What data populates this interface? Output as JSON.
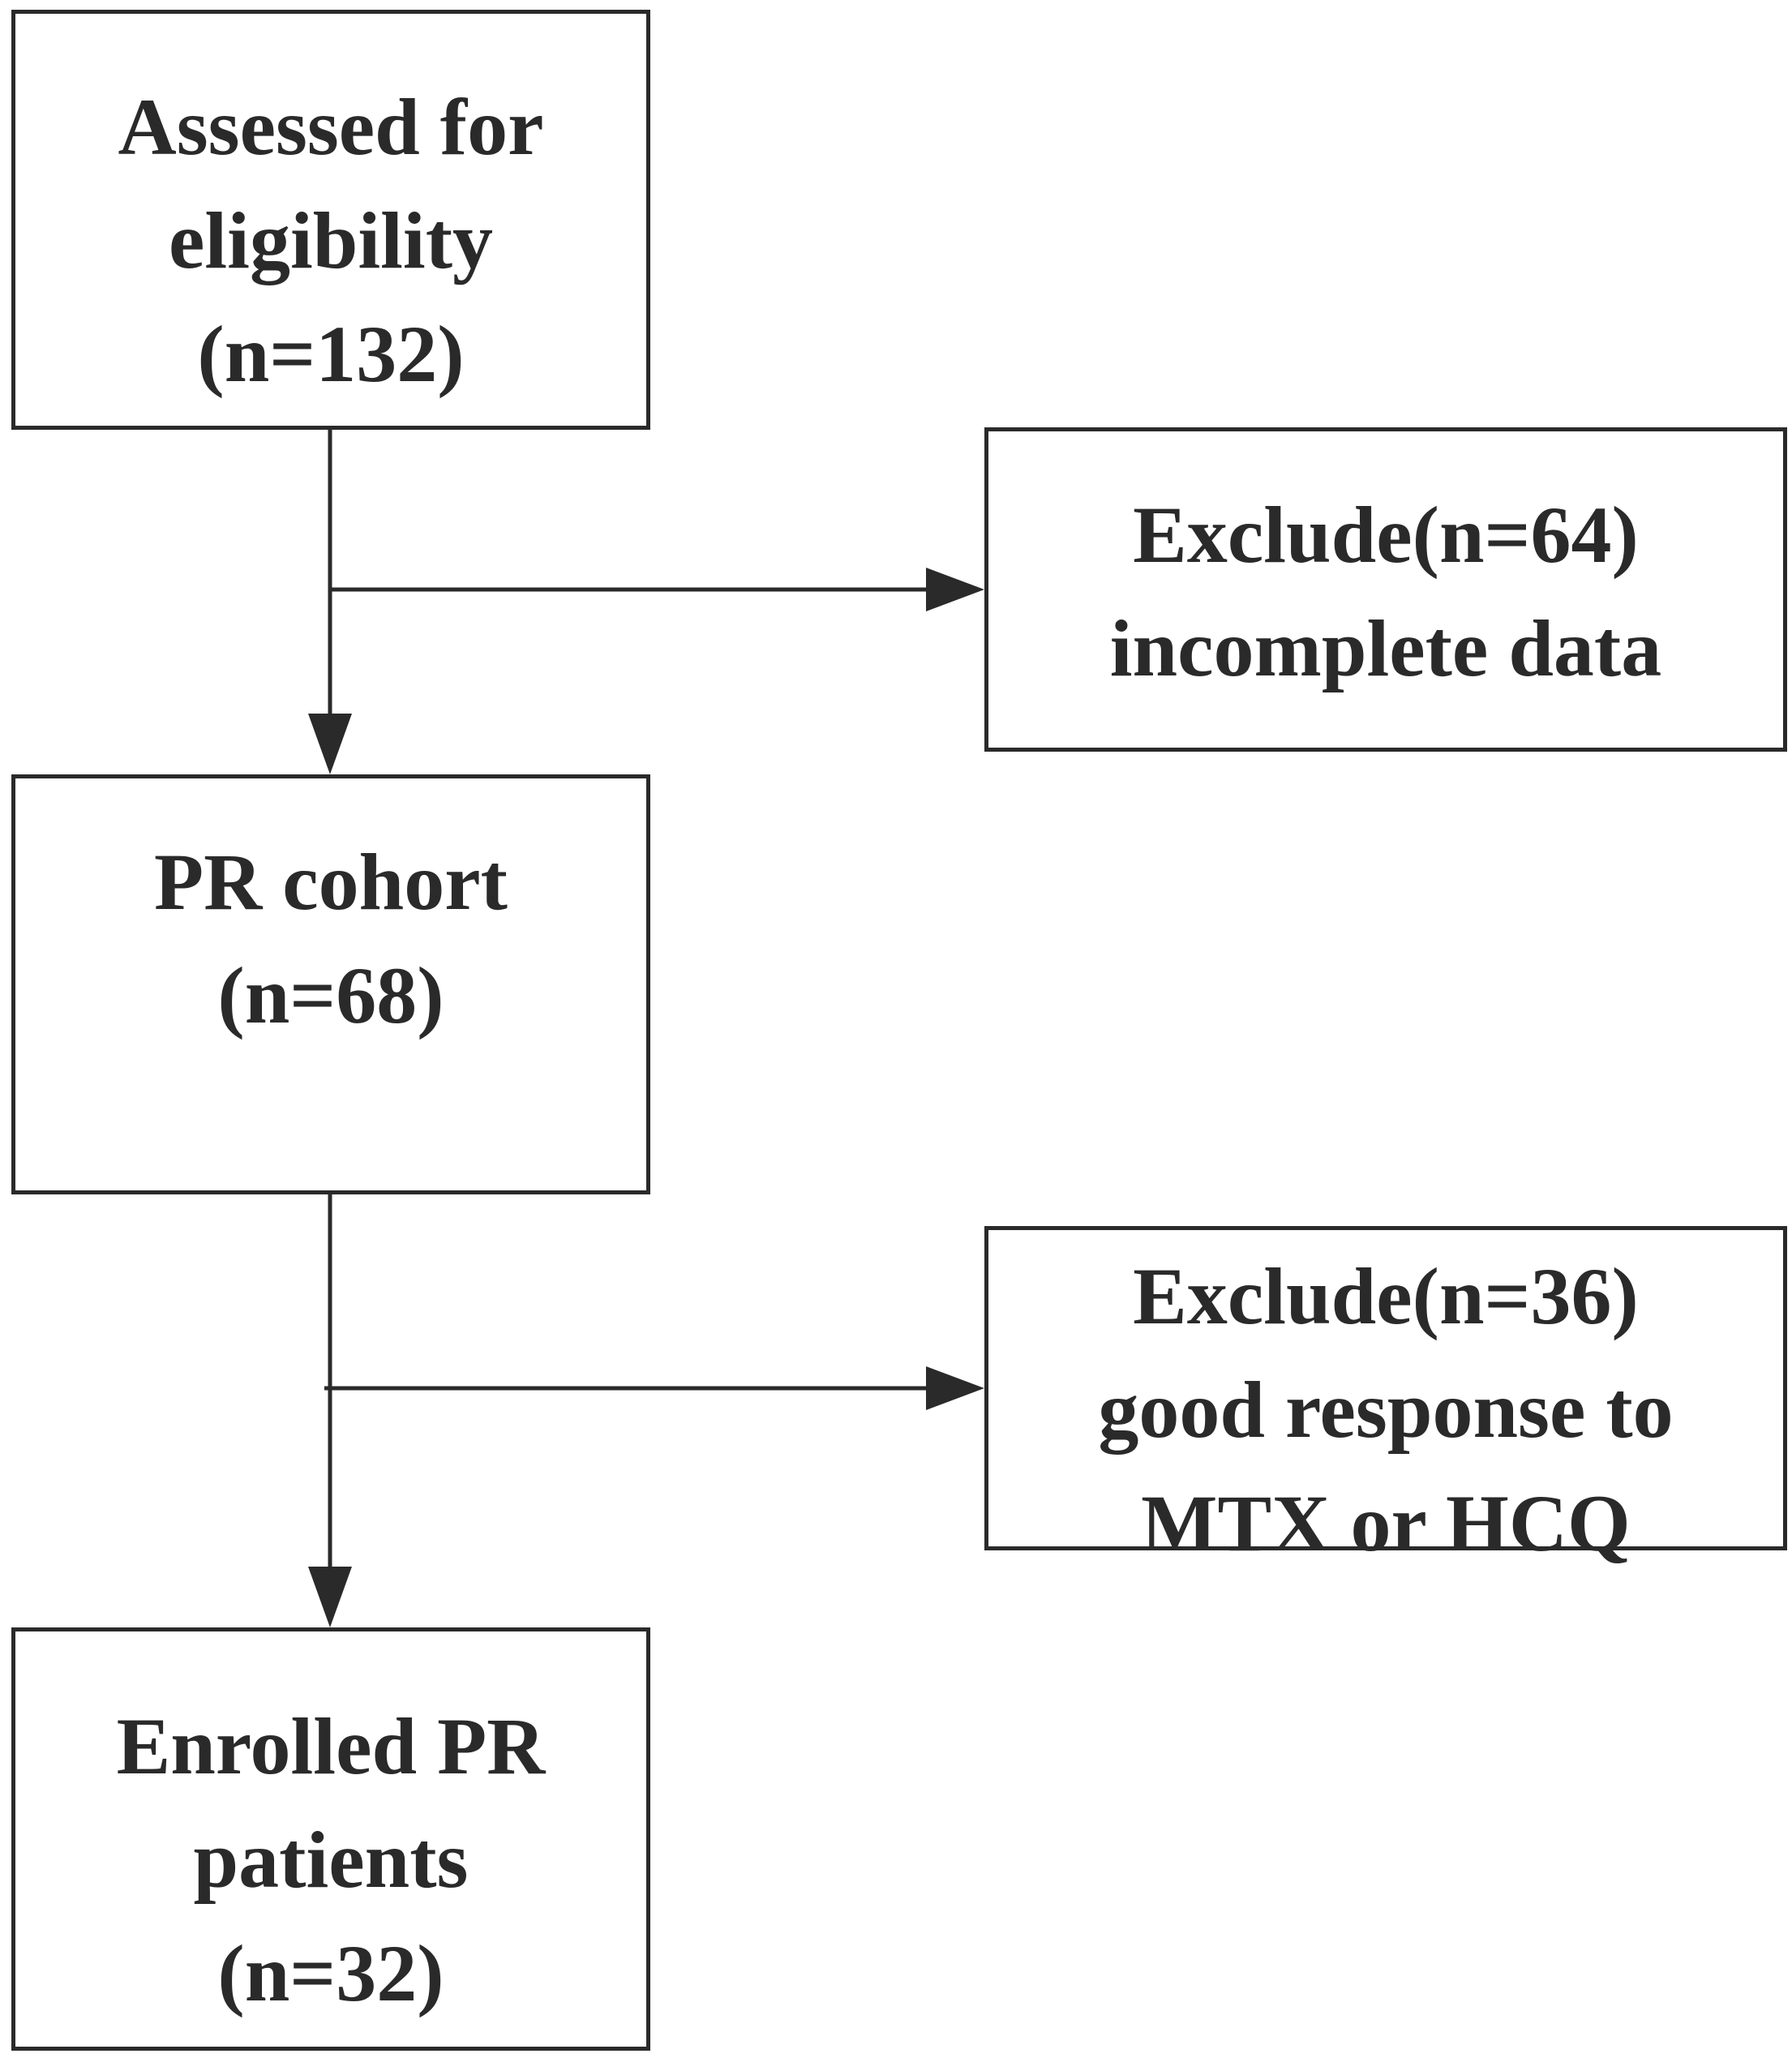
{
  "flowchart": {
    "assessed": {
      "lines": [
        "Assessed for",
        "eligibility",
        "(n=132)"
      ]
    },
    "exclude_1": {
      "lines": [
        "Exclude(n=64)",
        "incomplete data"
      ]
    },
    "cohort": {
      "lines": [
        "PR cohort",
        "(n=68)"
      ]
    },
    "exclude_2": {
      "lines": [
        "Exclude(n=36)",
        "good response to",
        "MTX or HCQ"
      ]
    },
    "enrolled": {
      "lines": [
        "Enrolled PR",
        "patients",
        "(n=32)"
      ]
    }
  },
  "colors": {
    "line": "#2a2a2a",
    "text": "#2a2a2a",
    "background": "#ffffff"
  }
}
